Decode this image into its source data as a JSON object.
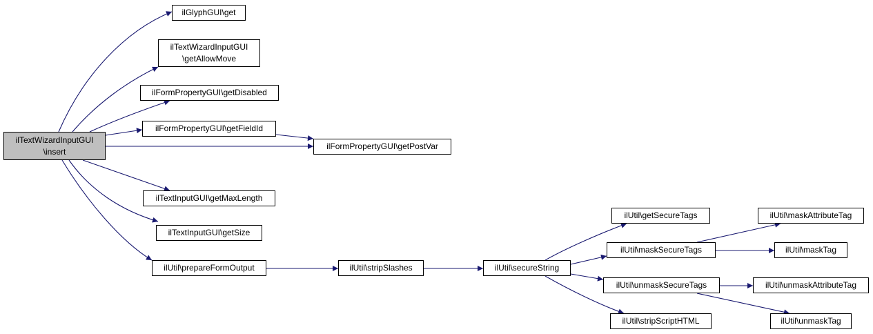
{
  "colors": {
    "edge": "#191970",
    "node_border": "#000000",
    "node_fill": "#ffffff",
    "root_fill": "#bfbfbf"
  },
  "nodes": {
    "root": {
      "line1": "ilTextWizardInputGUI",
      "line2": "\\insert"
    },
    "glyph_get": {
      "line1": "ilGlyphGUI\\get"
    },
    "get_allow_move": {
      "line1": "ilTextWizardInputGUI",
      "line2": "\\getAllowMove"
    },
    "get_disabled": {
      "line1": "ilFormPropertyGUI\\getDisabled"
    },
    "get_field_id": {
      "line1": "ilFormPropertyGUI\\getFieldId"
    },
    "get_post_var": {
      "line1": "ilFormPropertyGUI\\getPostVar"
    },
    "get_max_length": {
      "line1": "ilTextInputGUI\\getMaxLength"
    },
    "get_size": {
      "line1": "ilTextInputGUI\\getSize"
    },
    "prepare_form_output": {
      "line1": "ilUtil\\prepareFormOutput"
    },
    "strip_slashes": {
      "line1": "ilUtil\\stripSlashes"
    },
    "secure_string": {
      "line1": "ilUtil\\secureString"
    },
    "get_secure_tags": {
      "line1": "ilUtil\\getSecureTags"
    },
    "mask_secure_tags": {
      "line1": "ilUtil\\maskSecureTags"
    },
    "unmask_secure_tags": {
      "line1": "ilUtil\\unmaskSecureTags"
    },
    "strip_script_html": {
      "line1": "ilUtil\\stripScriptHTML"
    },
    "mask_attribute_tag": {
      "line1": "ilUtil\\maskAttributeTag"
    },
    "mask_tag": {
      "line1": "ilUtil\\maskTag"
    },
    "unmask_attribute_tag": {
      "line1": "ilUtil\\unmaskAttributeTag"
    },
    "unmask_tag": {
      "line1": "ilUtil\\unmaskTag"
    }
  },
  "edges": [
    {
      "from": "root",
      "to": "glyph_get"
    },
    {
      "from": "root",
      "to": "get_allow_move"
    },
    {
      "from": "root",
      "to": "get_disabled"
    },
    {
      "from": "root",
      "to": "get_field_id"
    },
    {
      "from": "root",
      "to": "get_post_var"
    },
    {
      "from": "root",
      "to": "get_max_length"
    },
    {
      "from": "root",
      "to": "get_size"
    },
    {
      "from": "root",
      "to": "prepare_form_output"
    },
    {
      "from": "get_field_id",
      "to": "get_post_var"
    },
    {
      "from": "prepare_form_output",
      "to": "strip_slashes"
    },
    {
      "from": "strip_slashes",
      "to": "secure_string"
    },
    {
      "from": "secure_string",
      "to": "get_secure_tags"
    },
    {
      "from": "secure_string",
      "to": "mask_secure_tags"
    },
    {
      "from": "secure_string",
      "to": "unmask_secure_tags"
    },
    {
      "from": "secure_string",
      "to": "strip_script_html"
    },
    {
      "from": "mask_secure_tags",
      "to": "mask_attribute_tag"
    },
    {
      "from": "mask_secure_tags",
      "to": "mask_tag"
    },
    {
      "from": "unmask_secure_tags",
      "to": "unmask_attribute_tag"
    },
    {
      "from": "unmask_secure_tags",
      "to": "unmask_tag"
    }
  ]
}
